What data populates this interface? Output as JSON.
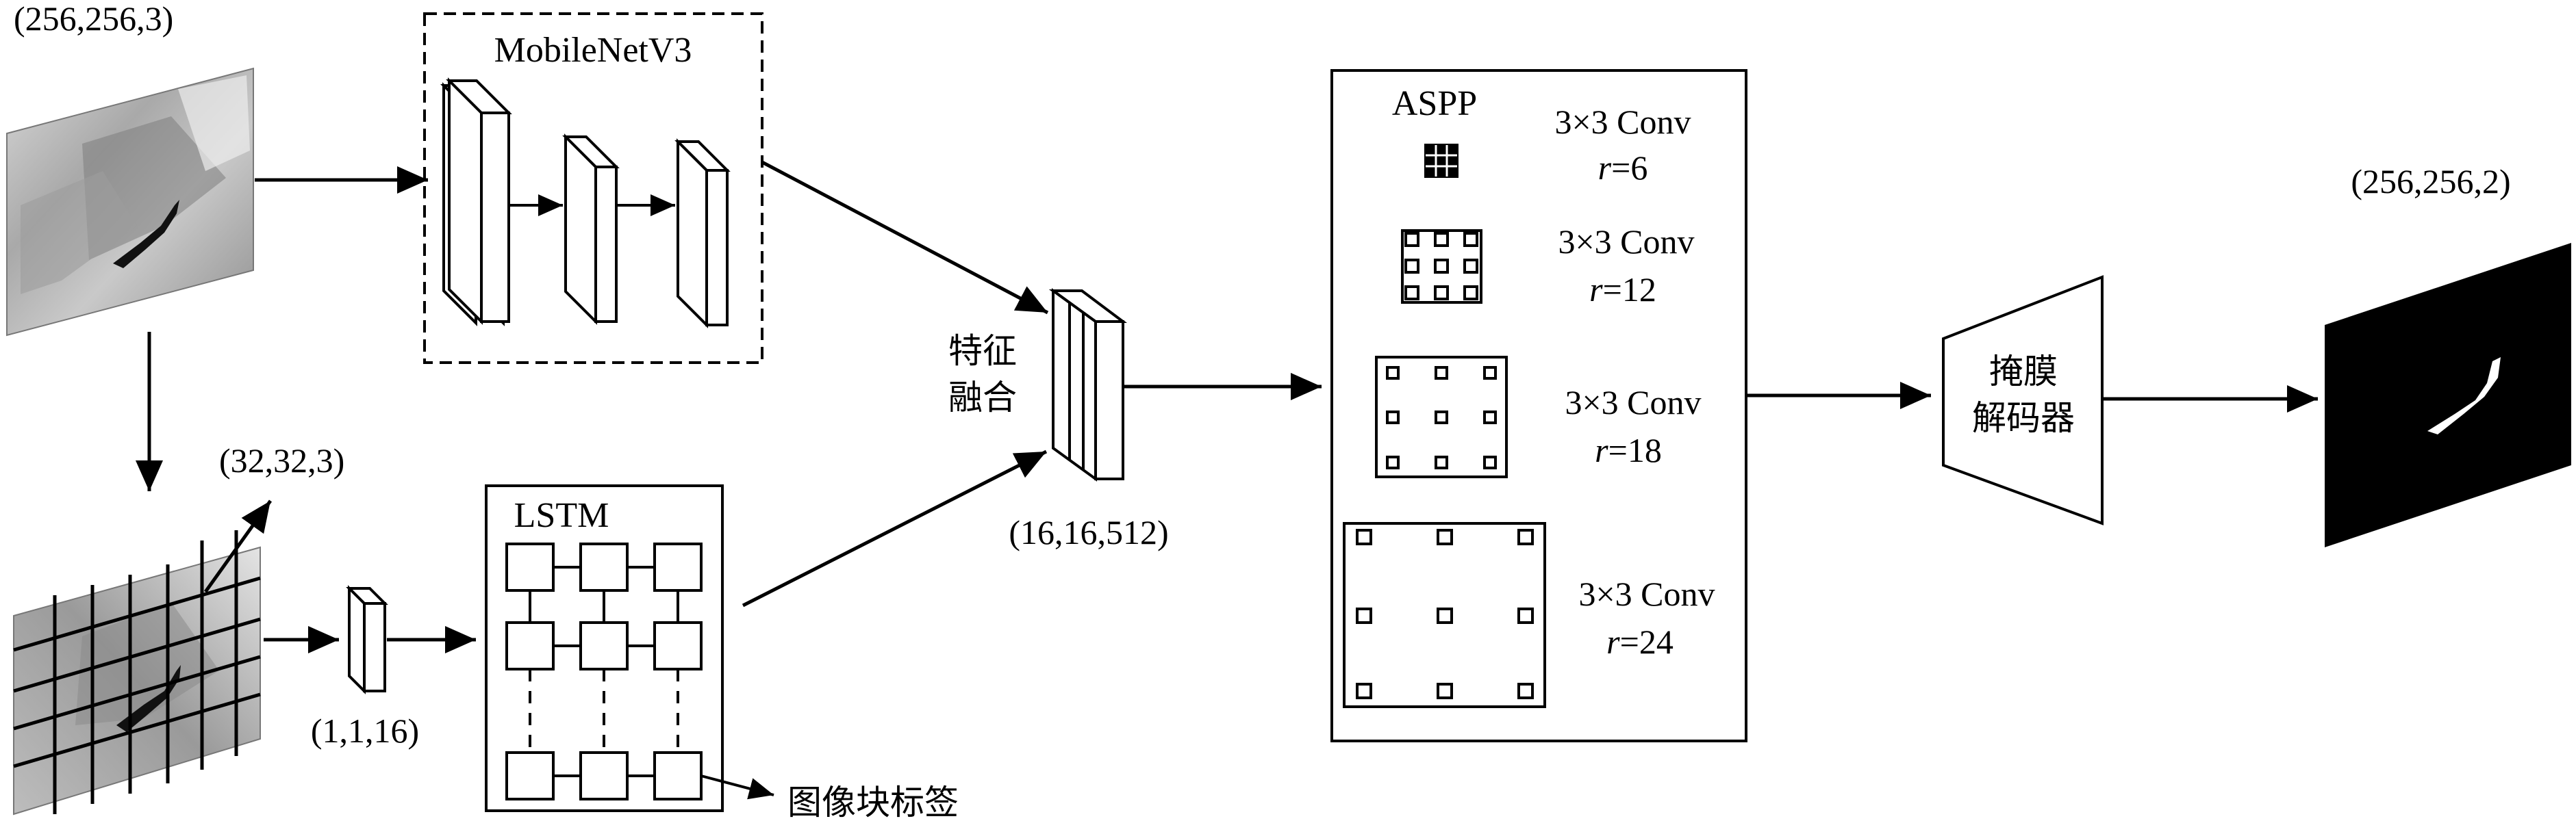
{
  "input": {
    "shape_label": "(256,256,3)"
  },
  "patches": {
    "shape_label": "(32,32,3)"
  },
  "backbone": {
    "title": "MobileNetV3"
  },
  "lstm": {
    "title": "LSTM",
    "vector_label": "(1,1,16)",
    "output_label": "图像块标签"
  },
  "fusion": {
    "label_line1": "特征",
    "label_line2": "融合",
    "shape_label": "(16,16,512)"
  },
  "aspp": {
    "title": "ASPP",
    "branches": [
      {
        "conv": "3×3 Conv",
        "rate_prefix": "r",
        "rate_value": "=6"
      },
      {
        "conv": "3×3 Conv",
        "rate_prefix": "r",
        "rate_value": "=12"
      },
      {
        "conv": "3×3 Conv",
        "rate_prefix": "r",
        "rate_value": "=18"
      },
      {
        "conv": "3×3 Conv",
        "rate_prefix": "r",
        "rate_value": "=24"
      }
    ]
  },
  "decoder": {
    "label_line1": "掩膜",
    "label_line2": "解码器"
  },
  "output": {
    "shape_label": "(256,256,2)"
  }
}
